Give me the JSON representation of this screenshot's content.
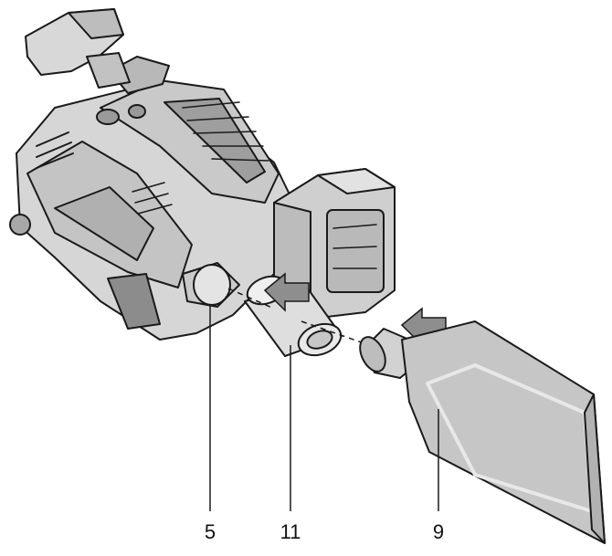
{
  "diagram": {
    "callouts": [
      {
        "id": "part-5",
        "label": "5"
      },
      {
        "id": "part-11",
        "label": "11"
      },
      {
        "id": "part-9",
        "label": "9"
      }
    ],
    "arrows": [
      {
        "id": "arrow-adapter-on",
        "direction": "left"
      },
      {
        "id": "arrow-bag-on",
        "direction": "left"
      }
    ],
    "colors": {
      "ink": "#1a1a1a",
      "body": "#d2d2d2",
      "body_dark": "#b4b4b4",
      "arrow": "#8e8e8e",
      "bag": "#c6c6c6",
      "adapter": "#dedede"
    }
  }
}
